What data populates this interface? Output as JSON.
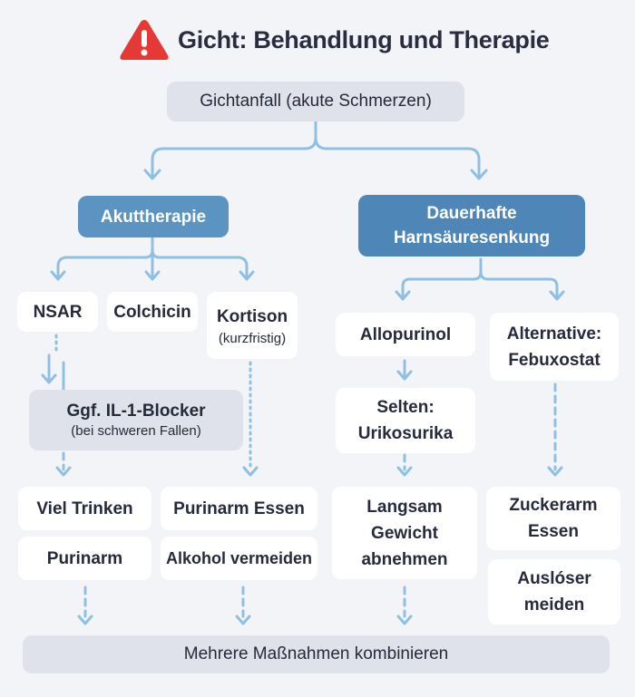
{
  "title": {
    "text": "Gicht: Behandlung und Therapie",
    "icon": "warning-icon"
  },
  "colors": {
    "accent_blue": "#5b94c1",
    "dark_blue": "#4e86b7",
    "connector": "#8fc0e2",
    "warning_red": "#e53935",
    "grey_box": "#dfe2ea"
  },
  "root": "Gichtanfall (akute Schmerzen)",
  "branches": {
    "acute": {
      "label": "Akuttherapie",
      "items": [
        {
          "label": "NSAR"
        },
        {
          "label": "Colchicin"
        },
        {
          "label": "Kortison",
          "sub": "(kurzfristig)"
        }
      ],
      "escalation": {
        "label": "Ggf. IL-1-Blocker",
        "sub": "(bei schweren Fallen)"
      }
    },
    "longterm": {
      "line1": "Dauerhafte",
      "line2": "Harnsäuresenkung",
      "first": "Allopurinol",
      "alt_line1": "Alternative:",
      "alt_line2": "Febuxostat",
      "rare_line1": "Selten:",
      "rare_line2": "Urikosurika"
    }
  },
  "lifestyle": {
    "viel_trinken": "Viel Trinken",
    "purinarm": "Purinarm",
    "purinarm_essen": "Purinarm Essen",
    "alkohol": "Alkohol vermeiden",
    "gewicht_1": "Langsam",
    "gewicht_2": "Gewicht",
    "gewicht_3": "abnehmen",
    "zucker_1": "Zuckerarm",
    "zucker_2": "Essen",
    "ausloeser_1": "Auslóser",
    "ausloeser_2": "meiden"
  },
  "footer": "Mehrere Maßnahmen kombinieren"
}
